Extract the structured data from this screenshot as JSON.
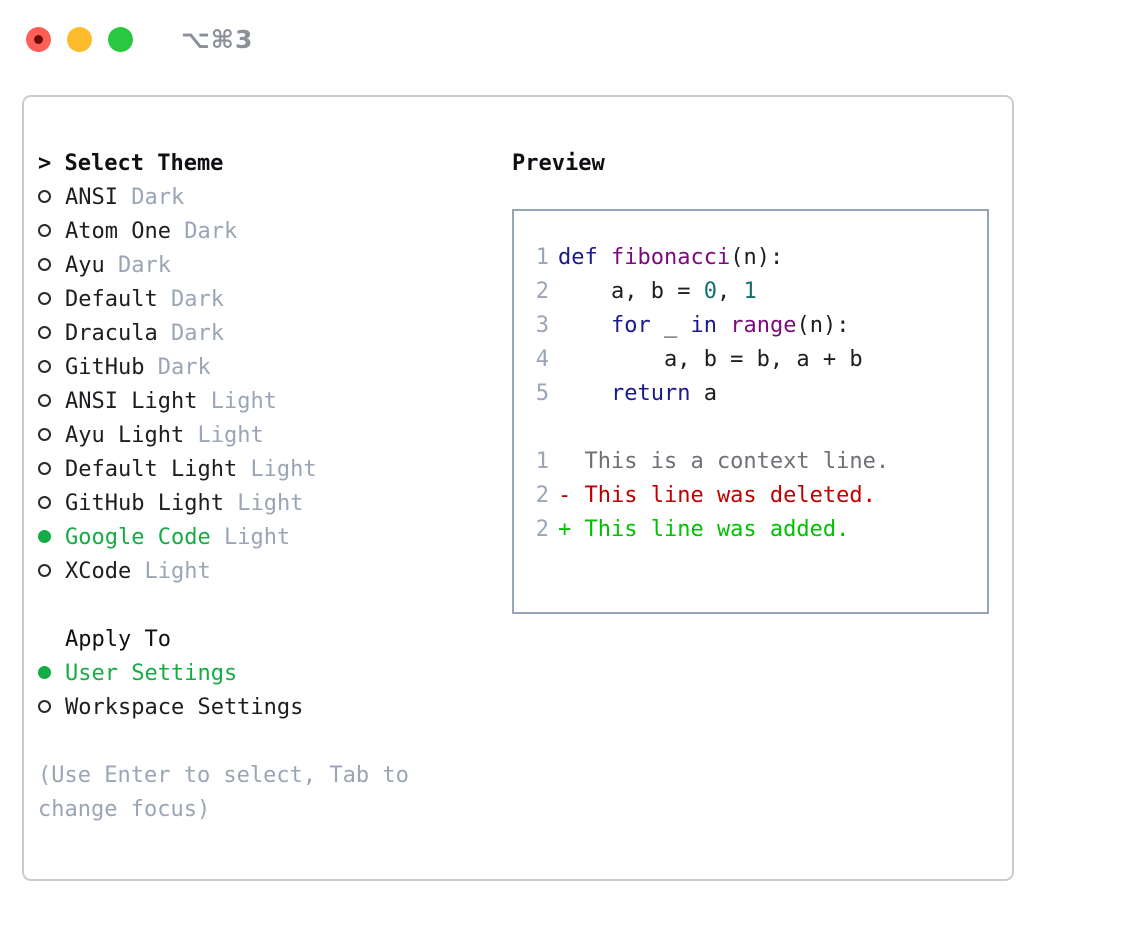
{
  "titlebar": {
    "shortcut": "⌥⌘3",
    "buttons": [
      {
        "name": "close",
        "color": "#ff5f57"
      },
      {
        "name": "minimize",
        "color": "#fdbc2c"
      },
      {
        "name": "zoom",
        "color": "#28c940"
      }
    ]
  },
  "theme_picker": {
    "heading": "> Select Theme",
    "items": [
      {
        "name": "ANSI",
        "tag": "Dark",
        "selected": false
      },
      {
        "name": "Atom One",
        "tag": "Dark",
        "selected": false
      },
      {
        "name": "Ayu",
        "tag": "Dark",
        "selected": false
      },
      {
        "name": "Default",
        "tag": "Dark",
        "selected": false
      },
      {
        "name": "Dracula",
        "tag": "Dark",
        "selected": false
      },
      {
        "name": "GitHub",
        "tag": "Dark",
        "selected": false
      },
      {
        "name": "ANSI Light",
        "tag": "Light",
        "selected": false
      },
      {
        "name": "Ayu Light",
        "tag": "Light",
        "selected": false
      },
      {
        "name": "Default Light",
        "tag": "Light",
        "selected": false
      },
      {
        "name": "GitHub Light",
        "tag": "Light",
        "selected": false
      },
      {
        "name": "Google Code",
        "tag": "Light",
        "selected": true
      },
      {
        "name": "XCode",
        "tag": "Light",
        "selected": false
      }
    ]
  },
  "apply_to": {
    "heading": "Apply To",
    "items": [
      {
        "name": "User Settings",
        "selected": true
      },
      {
        "name": "Workspace Settings",
        "selected": false
      }
    ]
  },
  "hint": "(Use Enter to select, Tab to change focus)",
  "preview": {
    "title": "Preview",
    "code_lines": [
      {
        "lineno": "1",
        "tokens": [
          {
            "t": "def ",
            "k": "kw"
          },
          {
            "t": "fibonacci",
            "k": "fn"
          },
          {
            "t": "(n):",
            "k": "pl"
          }
        ]
      },
      {
        "lineno": "2",
        "tokens": [
          {
            "t": "    a, b = ",
            "k": "pl"
          },
          {
            "t": "0",
            "k": "num"
          },
          {
            "t": ", ",
            "k": "pl"
          },
          {
            "t": "1",
            "k": "num"
          }
        ]
      },
      {
        "lineno": "3",
        "tokens": [
          {
            "t": "    ",
            "k": "pl"
          },
          {
            "t": "for",
            "k": "kw"
          },
          {
            "t": " _ ",
            "k": "pl"
          },
          {
            "t": "in",
            "k": "kw"
          },
          {
            "t": " ",
            "k": "pl"
          },
          {
            "t": "range",
            "k": "fn"
          },
          {
            "t": "(n):",
            "k": "pl"
          }
        ]
      },
      {
        "lineno": "4",
        "tokens": [
          {
            "t": "        a, b = b, a + b",
            "k": "pl"
          }
        ]
      },
      {
        "lineno": "5",
        "tokens": [
          {
            "t": "    ",
            "k": "pl"
          },
          {
            "t": "return",
            "k": "kw"
          },
          {
            "t": " a",
            "k": "pl"
          }
        ]
      }
    ],
    "diff_lines": [
      {
        "lineno": "1",
        "marker": " ",
        "text": "  This is a context line.",
        "kind": "ctx"
      },
      {
        "lineno": "2",
        "marker": "-",
        "text": "- This line was deleted.",
        "kind": "del"
      },
      {
        "lineno": "2",
        "marker": "+",
        "text": "+ This line was added.",
        "kind": "add"
      }
    ]
  },
  "colors": {
    "accent_green": "#17ab45",
    "muted": "#9aa5b5",
    "keyword": "#1a1a8c",
    "function": "#7b0a7b",
    "number": "#13706e",
    "diff_add": "#00c000",
    "diff_del": "#c00000",
    "panel_border": "#97a3b6",
    "card_border": "#c9ccd1"
  }
}
